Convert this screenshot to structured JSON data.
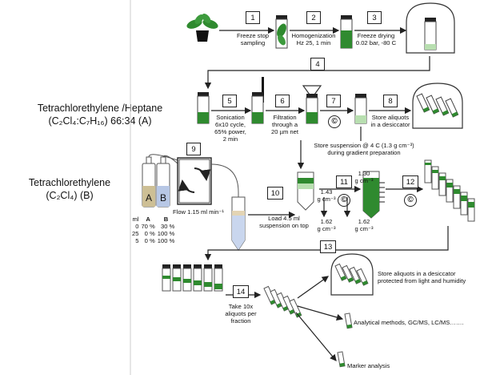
{
  "solvents": {
    "a_line1": "Tetrachlorethylene /Heptane",
    "a_line2": "(C₂Cl₄:C₇H₁₆) 66:34 (A)",
    "b_line1": "Tetrachlorethylene",
    "b_line2": "(C₂Cl₄) (B)"
  },
  "steps": [
    {
      "number": "1",
      "lines": [
        "Freeze stop",
        "sampling"
      ]
    },
    {
      "number": "2",
      "lines": [
        "Homogenization",
        "Hz 25, 1 min"
      ]
    },
    {
      "number": "3",
      "lines": [
        "Freeze drying",
        "0.02 bar, -80 C"
      ]
    },
    {
      "number": "4",
      "lines": []
    },
    {
      "number": "5",
      "lines": [
        "Sonication",
        "6x10 cycle,",
        "65% power,",
        "2 min"
      ]
    },
    {
      "number": "6",
      "lines": [
        "Filtration",
        "through a",
        "20 µm net"
      ]
    },
    {
      "number": "7",
      "lines": []
    },
    {
      "number": "8",
      "lines": [
        "Store aliquots",
        "in a desiccator"
      ]
    },
    {
      "number": "9",
      "lines": []
    },
    {
      "number": "10",
      "lines": [
        "Load 4.5 ml",
        "suspension on top"
      ]
    },
    {
      "number": "11",
      "lines": []
    },
    {
      "number": "12",
      "lines": []
    },
    {
      "number": "13",
      "lines": []
    },
    {
      "number": "14",
      "lines": [
        "Take 10x",
        "aliquots per",
        "fraction"
      ]
    }
  ],
  "centrifuge_symbol": "©",
  "store_suspension": [
    "Store suspension @ 4 C (1.3 g cm⁻³)",
    "during gradient preparation"
  ],
  "pump": {
    "flow": "Flow 1.15 ml min⁻¹",
    "bottle_a": "A",
    "bottle_b": "B"
  },
  "mix_table": {
    "headers": [
      "ml",
      "A",
      "B"
    ],
    "rows": [
      [
        "0",
        "70 %",
        "30 %"
      ],
      [
        "25",
        "0 %",
        "100 %"
      ],
      [
        "5",
        "0 %",
        "100 %"
      ]
    ]
  },
  "densities": {
    "d143": [
      "1.43",
      "g cm⁻³"
    ],
    "d162a": [
      "1.62",
      "g cm⁻³"
    ],
    "d130": [
      "1.30",
      "g cm⁻³"
    ],
    "d162b": [
      "1.62",
      "g cm⁻³"
    ]
  },
  "outputs": {
    "store": [
      "Store aliquots  in a desiccator",
      "protected from light and humidity"
    ],
    "analytical": "Analytical methods, GC/MS, LC/MS…….",
    "marker": "Marker analysis"
  },
  "colors": {
    "green": "#2f8a2f",
    "light_green": "#b8dfb0",
    "tube_a": "#cdbf95",
    "tube_b": "#b7c7e5",
    "sediment": "#e3d4b4"
  }
}
